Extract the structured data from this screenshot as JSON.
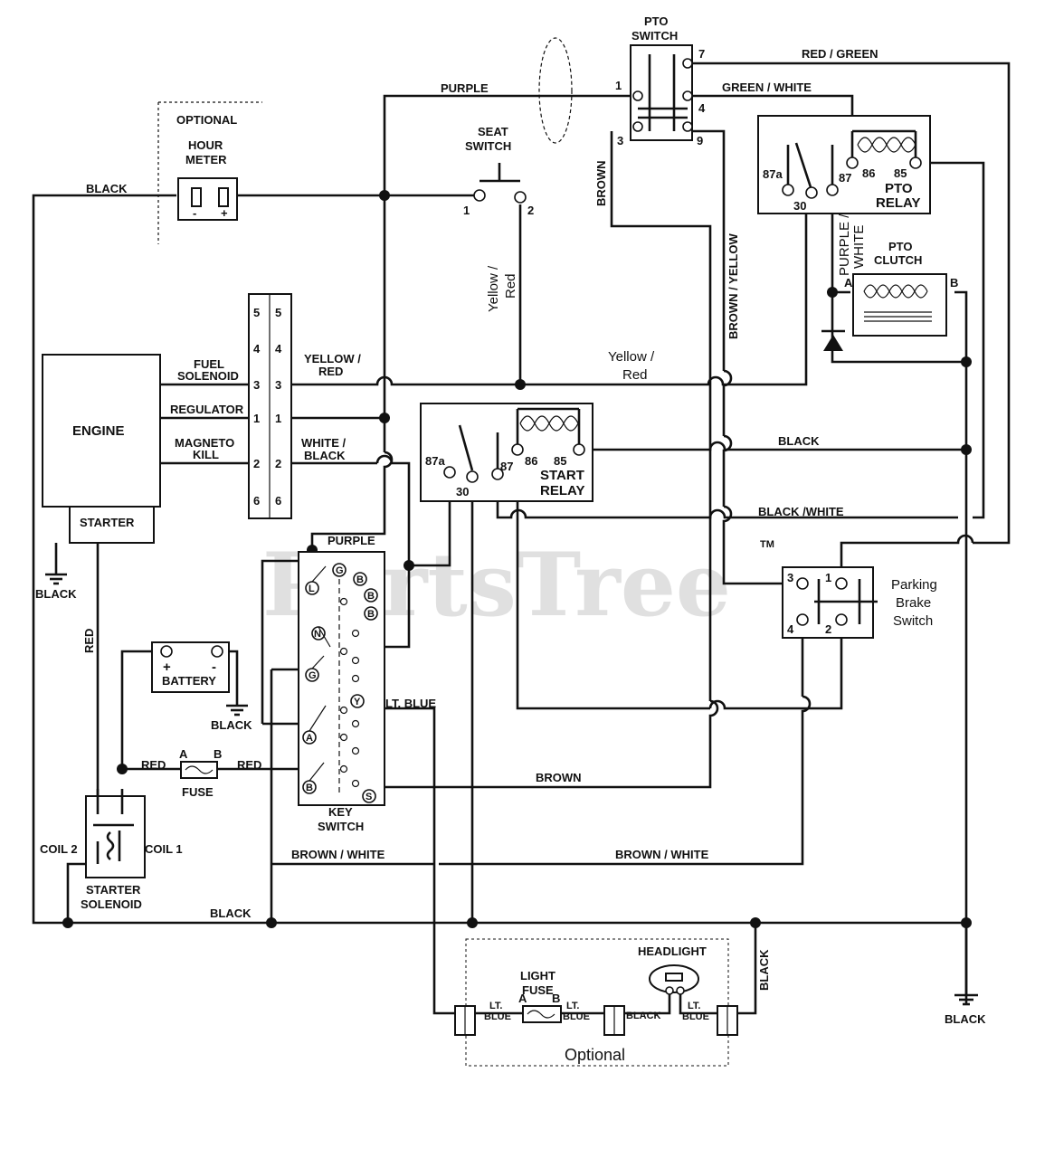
{
  "watermark": {
    "text": "PartsTree",
    "tm": "TM"
  },
  "components": {
    "hour_meter": {
      "optional": "OPTIONAL",
      "line1": "HOUR",
      "line2": "METER",
      "minus": "-",
      "plus": "+"
    },
    "engine": {
      "title": "ENGINE",
      "starter": "STARTER",
      "fuel_solenoid_1": "FUEL",
      "fuel_solenoid_2": "SOLENOID",
      "regulator": "REGULATOR",
      "magneto_1": "MAGNETO",
      "magneto_2": "KILL"
    },
    "connector": {
      "left_pins": [
        "5",
        "4",
        "3",
        "1",
        "2",
        "6"
      ],
      "right_pins": [
        "5",
        "4",
        "3",
        "1",
        "2",
        "6"
      ]
    },
    "seat_switch": {
      "line1": "SEAT",
      "line2": "SWITCH",
      "pin1": "1",
      "pin2": "2"
    },
    "pto_switch": {
      "line1": "PTO",
      "line2": "SWITCH",
      "pins": [
        "7",
        "1",
        "4",
        "3",
        "9"
      ]
    },
    "pto_relay": {
      "line1": "PTO",
      "line2": "RELAY",
      "pins": [
        "87a",
        "30",
        "87",
        "86",
        "85"
      ]
    },
    "pto_clutch": {
      "line1": "PTO",
      "line2": "CLUTCH",
      "a": "A",
      "b": "B"
    },
    "start_relay": {
      "line1": "START",
      "line2": "RELAY",
      "pins": [
        "87a",
        "30",
        "87",
        "86",
        "85"
      ]
    },
    "parking_brake": {
      "line1": "Parking",
      "line2": "Brake",
      "line3": "Switch",
      "pins": [
        "3",
        "1",
        "4",
        "2"
      ]
    },
    "battery": {
      "label": "BATTERY",
      "plus": "+",
      "minus": "-"
    },
    "fuse": {
      "label": "FUSE",
      "a": "A",
      "b": "B"
    },
    "key_switch": {
      "line1": "KEY",
      "line2": "SWITCH",
      "pos": [
        "G",
        "B",
        "B",
        "B",
        "L",
        "N",
        "G",
        "Y",
        "A",
        "B",
        "S"
      ]
    },
    "starter_solenoid": {
      "line1": "STARTER",
      "line2": "SOLENOID",
      "coil1": "COIL 1",
      "coil2": "COIL 2"
    },
    "optional_box": {
      "label": "Optional",
      "light_fuse_1": "LIGHT",
      "light_fuse_2": "FUSE",
      "a": "A",
      "b": "B",
      "headlight": "HEADLIGHT"
    }
  },
  "wires": {
    "purple": "PURPLE",
    "red_green": "RED / GREEN",
    "green_white": "GREEN / WHITE",
    "black": "BLACK",
    "brown": "BROWN",
    "brown_yellow": "BROWN / YELLOW",
    "yellow_red_v1": "Yellow /",
    "yellow_red_v2": "Red",
    "yellow_red_conn_1": "YELLOW /",
    "yellow_red_conn_2": "RED",
    "yellow_red_mid_1": "Yellow /",
    "yellow_red_mid_2": "Red",
    "purple_white_1": "PURPLE /",
    "purple_white_2": "WHITE",
    "white_black_1": "WHITE /",
    "white_black_2": "BLACK",
    "black_white": "BLACK /WHITE",
    "red": "RED",
    "lt_blue": "LT. BLUE",
    "lt": "LT.",
    "blue": "BLUE",
    "brown_white": "BROWN / WHITE"
  }
}
